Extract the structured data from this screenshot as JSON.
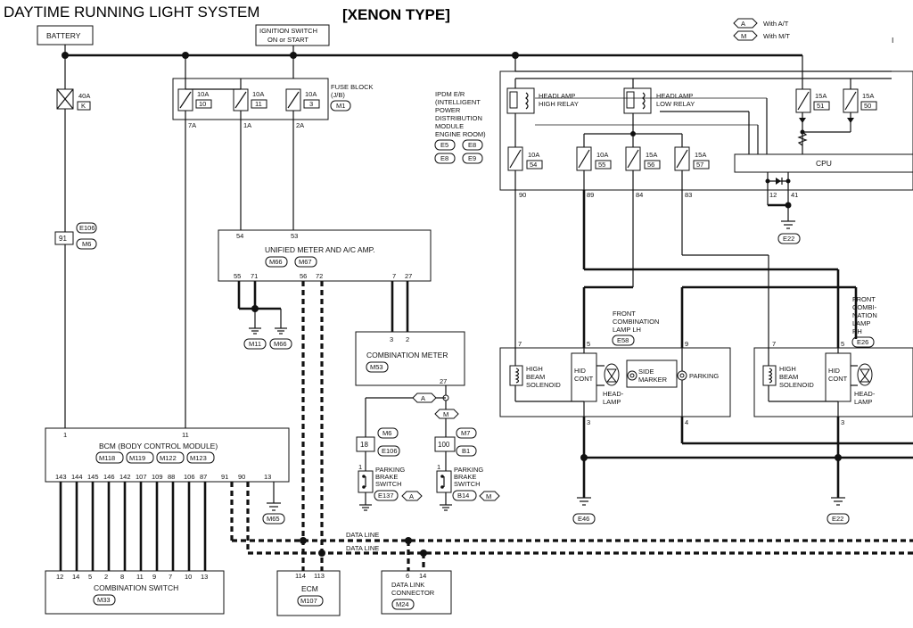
{
  "title": "DAYTIME RUNNING LIGHT SYSTEM",
  "subtitle": "[XENON TYPE]",
  "legend": [
    {
      "code": "A",
      "text": "With A/T"
    },
    {
      "code": "M",
      "text": "With M/T"
    }
  ],
  "battery": "BATTERY",
  "ignition": {
    "line1": "IGNITION SWITCH",
    "line2": "ON or START"
  },
  "fuse_40a": {
    "rating": "40A",
    "id": "K"
  },
  "conn_e106": {
    "pin": "91",
    "c1": "E106",
    "c2": "M6"
  },
  "fuse_block": {
    "title_l1": "FUSE BLOCK",
    "title_l2": "(J/B)",
    "conn": "M1",
    "fuses": [
      {
        "rating": "10A",
        "num": "10",
        "out": "7A"
      },
      {
        "rating": "10A",
        "num": "11",
        "out": "1A"
      },
      {
        "rating": "10A",
        "num": "3",
        "out": "2A"
      }
    ]
  },
  "ipdm": {
    "l1": "IPDM E/R",
    "l2": "(INTELLIGENT",
    "l3": "POWER",
    "l4": "DISTRIBUTION",
    "l5": "MODULE",
    "l6": "ENGINE ROOM)",
    "conns": [
      "E5",
      "E8",
      "E8",
      "E9"
    ],
    "relay_high_l1": "HEADLAMP",
    "relay_high_l2": "HIGH RELAY",
    "relay_low_l1": "HEADLAMP",
    "relay_low_l2": "LOW RELAY",
    "fuses": [
      {
        "rating": "10A",
        "num": "54",
        "pin": "90"
      },
      {
        "rating": "10A",
        "num": "55",
        "pin": "89"
      },
      {
        "rating": "15A",
        "num": "56",
        "pin": "84"
      },
      {
        "rating": "15A",
        "num": "57",
        "pin": "83"
      }
    ],
    "top_fuses": [
      {
        "rating": "15A",
        "num": "51"
      },
      {
        "rating": "15A",
        "num": "50"
      }
    ],
    "cpu": "CPU",
    "gnd_pins": [
      "12",
      "41"
    ],
    "ground": "E22"
  },
  "meter": {
    "title": "UNIFIED METER AND A/C AMP.",
    "conns": [
      "M66",
      "M67"
    ],
    "top_pins": [
      "54",
      "53"
    ],
    "bottom_pins": [
      "55",
      "71",
      "56",
      "72",
      "7",
      "27"
    ],
    "grounds": [
      "M11",
      "M66"
    ]
  },
  "combo_meter": {
    "title": "COMBINATION METER",
    "conn": "M53",
    "pins": [
      "3",
      "2"
    ],
    "out_pin": "27"
  },
  "pb_at": {
    "c1": "M6",
    "c2": "E106",
    "pin": "18",
    "pin2": "1",
    "l1": "PARKING",
    "l2": "BRAKE",
    "l3": "SWITCH",
    "conn": "E137",
    "code": "A"
  },
  "pb_mt": {
    "c1": "M7",
    "c2": "B1",
    "pin": "100",
    "pin2": "1",
    "l1": "PARKING",
    "l2": "BRAKE",
    "l3": "SWITCH",
    "conn": "B14",
    "code": "M"
  },
  "lamp_lh": {
    "l1": "FRONT",
    "l2": "COMBINATION",
    "l3": "LAMP LH",
    "conn": "E58",
    "pins": [
      "7",
      "5",
      "9",
      "3",
      "4"
    ],
    "hb_l1": "HIGH",
    "hb_l2": "BEAM",
    "hb_l3": "SOLENOID",
    "hid_l1": "HID",
    "hid_l2": "CONT",
    "head_l1": "HEAD-",
    "head_l2": "LAMP",
    "side_l1": "SIDE",
    "side_l2": "MARKER",
    "parking": "PARKING",
    "ground": "E46"
  },
  "lamp_rh": {
    "l1": "FRONT",
    "l2": "COMBI-",
    "l3": "NATION",
    "l4": "LAMP",
    "l5": "RH",
    "conn": "E26",
    "pins": [
      "7",
      "5",
      "3"
    ],
    "hb_l1": "HIGH",
    "hb_l2": "BEAM",
    "hb_l3": "SOLENOID",
    "hid_l1": "HID",
    "hid_l2": "CONT",
    "head_l1": "HEAD-",
    "head_l2": "LAMP",
    "ground": "E22"
  },
  "bcm": {
    "title": "BCM (BODY CONTROL MODULE)",
    "conns": [
      "M118",
      "M119",
      "M122",
      "M123"
    ],
    "top_pins": [
      "1",
      "11"
    ],
    "bottom_pins": [
      "143",
      "144",
      "145",
      "146",
      "142",
      "107",
      "109",
      "88",
      "106",
      "87",
      "91",
      "90",
      "13"
    ],
    "ground": "M65"
  },
  "data_line": "DATA LINE",
  "combo_switch": {
    "title": "COMBINATION SWITCH",
    "conn": "M33",
    "pins": [
      "12",
      "14",
      "5",
      "2",
      "8",
      "11",
      "9",
      "7",
      "10",
      "13"
    ]
  },
  "ecm": {
    "title": "ECM",
    "conn": "M107",
    "pins": [
      "114",
      "113"
    ]
  },
  "dlc": {
    "l1": "DATA LINK",
    "l2": "CONNECTOR",
    "conn": "M24",
    "pins": [
      "6",
      "14"
    ]
  },
  "marker": "I"
}
